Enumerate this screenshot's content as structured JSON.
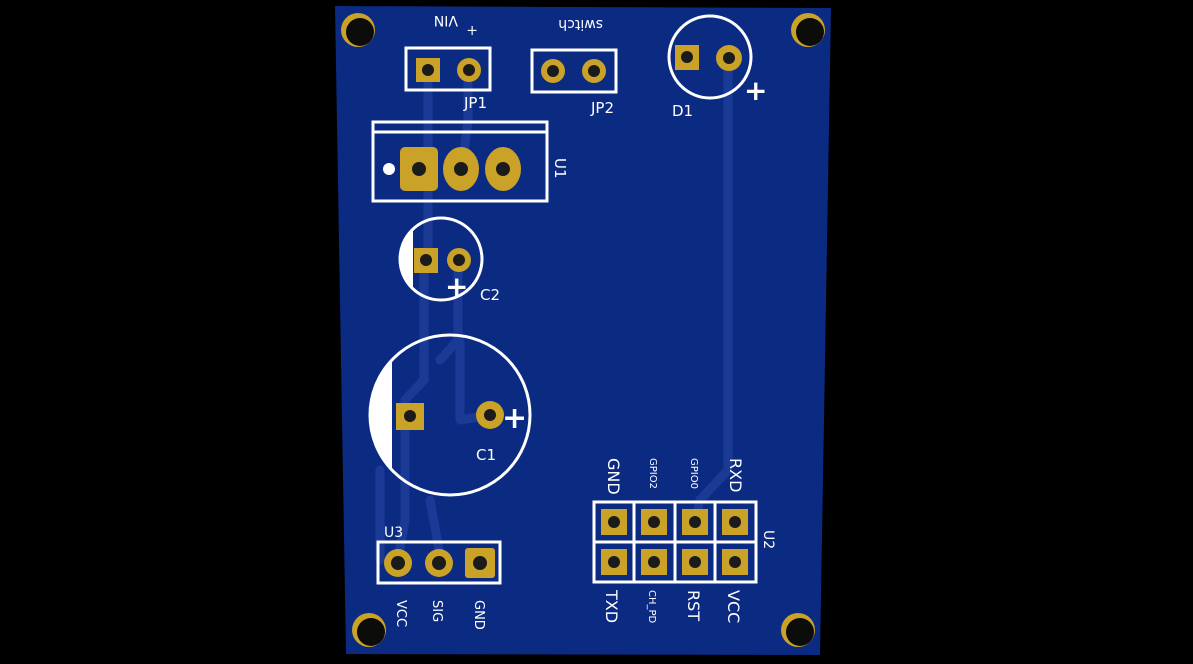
{
  "board": {
    "colors": {
      "background": "#000000",
      "pcb": "#0b2a82",
      "pcb_edge": "#0a2370",
      "trace": "#1a3a95",
      "silkscreen": "#ffffff",
      "pad": "#c9a227",
      "pad_dark": "#8a6a12",
      "mount_hole": "#0c0c0a"
    }
  },
  "labels": {
    "vin": "VIN",
    "vin_plus": "+",
    "switch": "switch",
    "jp1": "JP1",
    "jp2": "JP2",
    "d1": "D1",
    "d1_plus": "+",
    "u1": "U1",
    "c2": "C2",
    "c2_plus": "+",
    "c1": "C1",
    "c1_plus": "+",
    "u3": "U3",
    "u3_vcc": "VCC",
    "u3_sig": "SIG",
    "u3_gnd": "GND",
    "u2": "U2",
    "u2_gnd": "GND",
    "u2_gpio2": "GPIO2",
    "u2_gpio0": "GPIO0",
    "u2_rxd": "RXD",
    "u2_txd": "TXD",
    "u2_ch_pd": "CH_PD",
    "u2_rst": "RST",
    "u2_vcc": "VCC"
  }
}
